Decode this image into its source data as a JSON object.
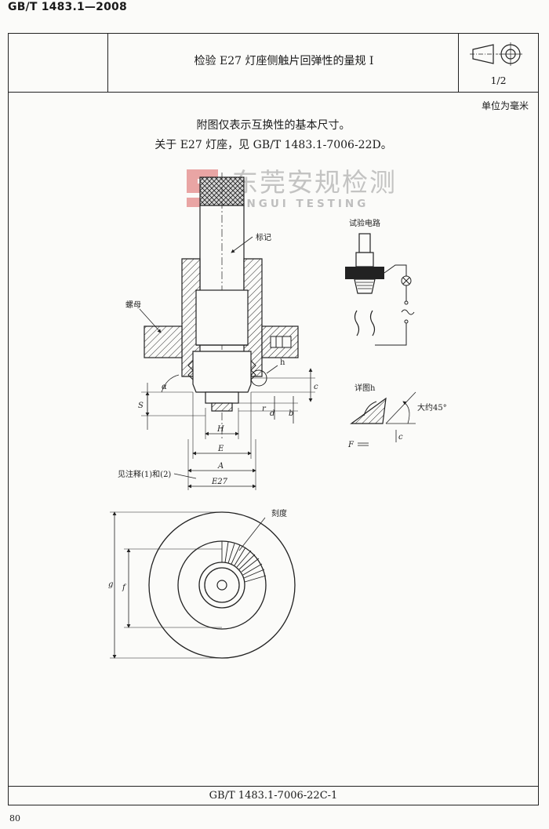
{
  "header": {
    "standard_number": "GB/T 1483.1—2008"
  },
  "title_block": {
    "title": "检验 E27 灯座侧触片回弹性的量规 I",
    "page_fraction": "1/2",
    "projection_symbol": "first-angle-projection-icon"
  },
  "unit_note": "单位为毫米",
  "notes": {
    "line1": "附图仅表示互换性的基本尺寸。",
    "line2": "关于 E27 灯座，见 GB/T 1483.1-7006-22D。"
  },
  "drawing": {
    "labels": {
      "marking": "标记",
      "nut": "螺母",
      "test_circuit": "试验电路",
      "detail_h_title": "详图h",
      "detail_callout": "h",
      "approx_angle": "大约45°",
      "see_notes": "见注释(1)和(2)",
      "scale": "刻度"
    },
    "dimensions": {
      "alpha": "α",
      "S": "S",
      "H": "H",
      "E": "E",
      "A": "A",
      "E27": "E27",
      "c": "c",
      "d": "d",
      "r": "r",
      "b": "b",
      "g": "g",
      "f": "f",
      "F": "F"
    }
  },
  "watermark": {
    "cn": "东莞安规检测",
    "en": "ANGUI TESTING"
  },
  "footer": {
    "code": "GB/T 1483.1-7006-22C-1"
  },
  "page_number": "80"
}
